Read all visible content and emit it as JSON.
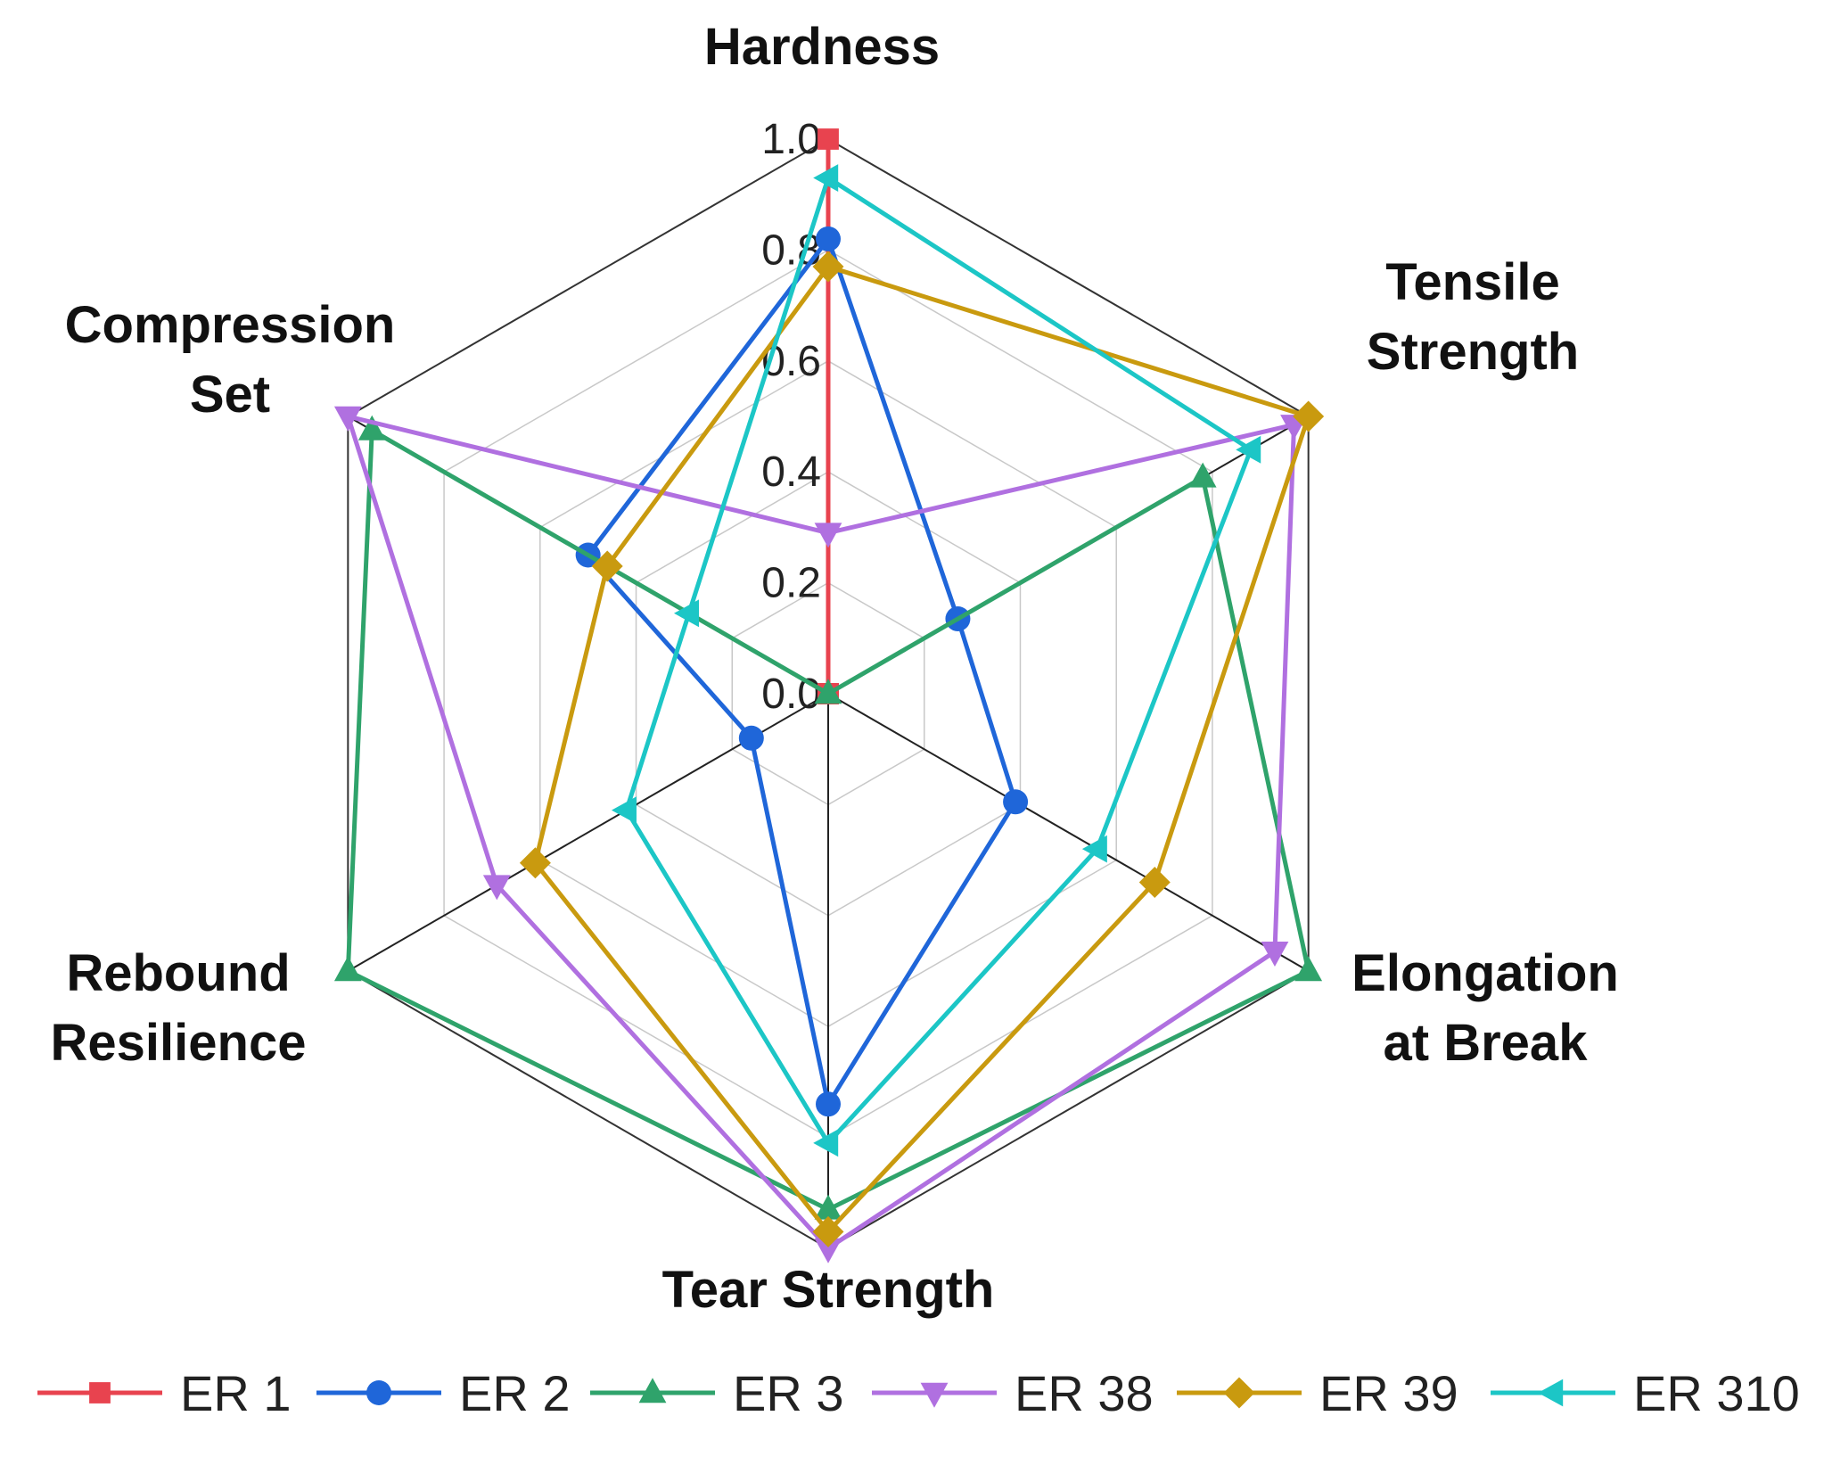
{
  "chart_data": {
    "type": "radar",
    "axes": [
      {
        "name": "hardness",
        "label": [
          "Hardness"
        ]
      },
      {
        "name": "tensile-strength",
        "label": [
          "Tensile",
          "Strength"
        ]
      },
      {
        "name": "elongation-at-break",
        "label": [
          "Elongation",
          "at Break"
        ]
      },
      {
        "name": "tear-strength",
        "label": [
          "Tear Strength"
        ]
      },
      {
        "name": "rebound-resilience",
        "label": [
          "Rebound",
          "Resilience"
        ]
      },
      {
        "name": "compression-set",
        "label": [
          "Compression",
          "Set"
        ]
      }
    ],
    "ticks": [
      "0.0",
      "0.2",
      "0.4",
      "0.6",
      "0.8",
      "1.0"
    ],
    "range": [
      0,
      1
    ],
    "legend_position": "bottom",
    "series": [
      {
        "name": "ER 1",
        "color": "#e8434f",
        "marker": "square",
        "values": [
          1.0,
          0.0,
          0.0,
          0.0,
          0.0,
          0.0
        ]
      },
      {
        "name": "ER 2",
        "color": "#1f66d9",
        "marker": "circle",
        "values": [
          0.82,
          0.27,
          0.39,
          0.74,
          0.16,
          0.5
        ]
      },
      {
        "name": "ER 3",
        "color": "#2fa36b",
        "marker": "triangle-up",
        "values": [
          0.0,
          0.78,
          1.0,
          0.93,
          1.0,
          0.95
        ]
      },
      {
        "name": "ER 38",
        "color": "#b070e0",
        "marker": "triangle-down",
        "values": [
          0.29,
          0.97,
          0.93,
          1.0,
          0.69,
          1.0
        ]
      },
      {
        "name": "ER 39",
        "color": "#c99a0f",
        "marker": "diamond",
        "values": [
          0.77,
          1.0,
          0.68,
          0.97,
          0.61,
          0.46
        ]
      },
      {
        "name": "ER 310",
        "color": "#1cc6c6",
        "marker": "triangle-left",
        "values": [
          0.93,
          0.88,
          0.56,
          0.81,
          0.42,
          0.29
        ]
      }
    ]
  }
}
